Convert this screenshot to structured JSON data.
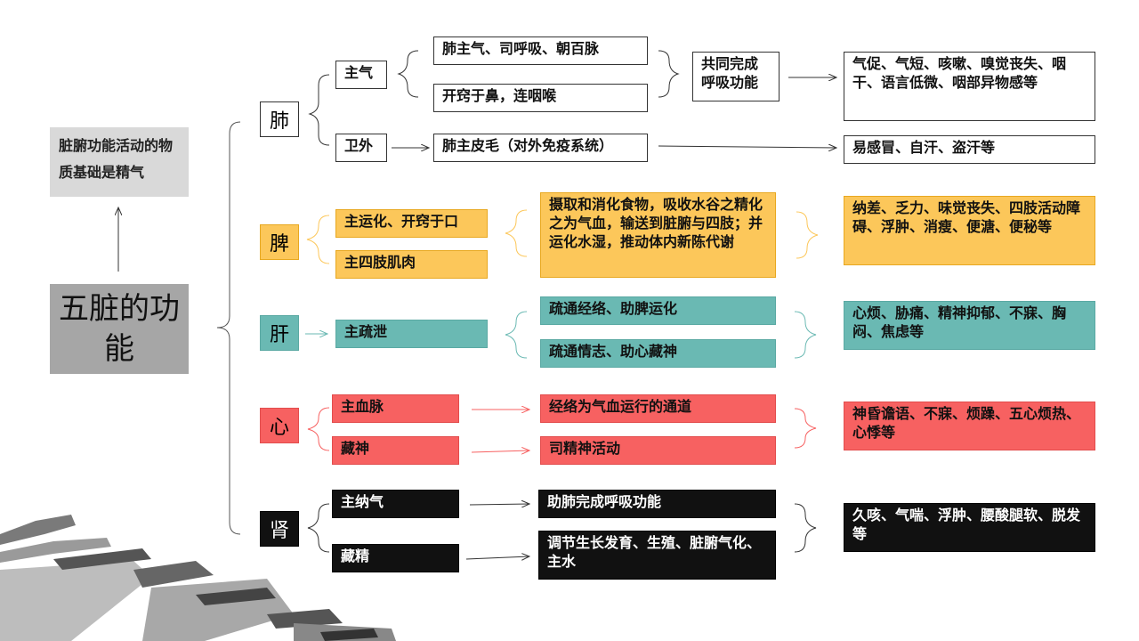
{
  "center": {
    "title": "五脏的功能"
  },
  "basis": {
    "text": "脏腑功能活动的物质基础是精气"
  },
  "organs": {
    "lung": "肺",
    "spleen": "脾",
    "liver": "肝",
    "heart": "心",
    "kidney": "肾"
  },
  "lung": {
    "func1": "主气",
    "func2": "卫外",
    "detail1": "肺主气、司呼吸、朝百脉",
    "detail2": "开窍于鼻，连咽喉",
    "detail3": "肺主皮毛（对外免疫系统）",
    "combined": "共同完成呼吸功能",
    "symptom1": "气促、气短、咳嗽、嗅觉丧失、咽干、语言低微、咽部异物感等",
    "symptom2": "易感冒、自汗、盗汗等"
  },
  "spleen": {
    "func1": "主运化、开窍于口",
    "func2": "主四肢肌肉",
    "detail": "摄取和消化食物，吸收水谷之精化之为气血，输送到脏腑与四肢；并运化水湿，推动体内新陈代谢",
    "symptom": "纳差、乏力、味觉丧失、四肢活动障碍、浮肿、消瘦、便溏、便秘等"
  },
  "liver": {
    "func": "主疏泄",
    "detail1": "疏通经络、助脾运化",
    "detail2": "疏通情志、助心藏神",
    "symptom": "心烦、胁痛、精神抑郁、不寐、胸闷、焦虑等"
  },
  "heart": {
    "func1": "主血脉",
    "func2": "藏神",
    "detail1": "经络为气血运行的通道",
    "detail2": "司精神活动",
    "symptom": "神昏谵语、不寐、烦躁、五心烦热、心悸等"
  },
  "kidney": {
    "func1": "主纳气",
    "func2": "藏精",
    "detail1": "助肺完成呼吸功能",
    "detail2": "调节生长发育、生殖、脏腑气化、主水",
    "symptom": "久咳、气喘、浮肿、腰酸腿软、脱发等"
  }
}
